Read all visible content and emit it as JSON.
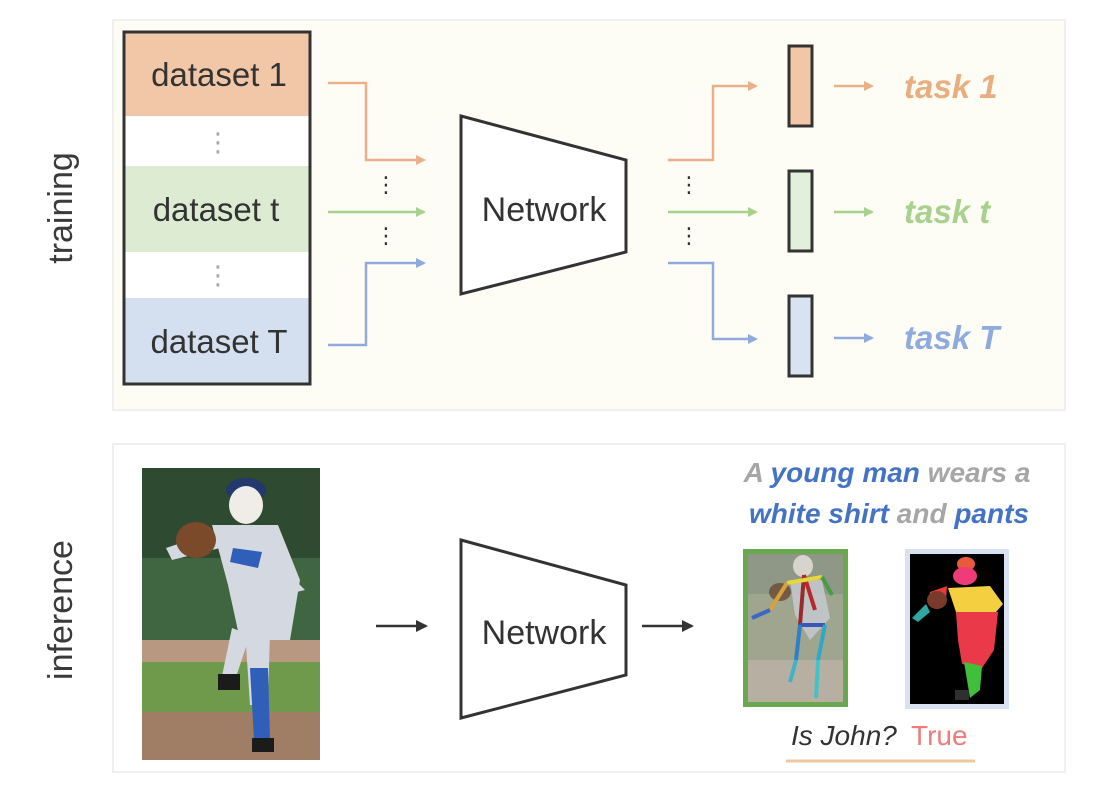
{
  "panels": {
    "training_label": "training",
    "inference_label": "inference"
  },
  "datasets": [
    {
      "label": "dataset 1",
      "color": "#f2c7a8"
    },
    {
      "label": "dataset t",
      "color": "#deebd3"
    },
    {
      "label": "dataset T",
      "color": "#d4e0ef"
    }
  ],
  "network_label": "Network",
  "tasks": [
    {
      "label": "task 1",
      "color": "#e9ae7f"
    },
    {
      "label": "task t",
      "color": "#a9d18e"
    },
    {
      "label": "task T",
      "color": "#8faadc"
    }
  ],
  "task_heads": [
    {
      "fill": "#f2c7a8"
    },
    {
      "fill": "#e2efda"
    },
    {
      "fill": "#d9e2f0"
    }
  ],
  "ellipsis": "⋮",
  "caption": {
    "parts": [
      {
        "text": "A ",
        "style": "gray"
      },
      {
        "text": "young man",
        "style": "blue"
      },
      {
        "text": " wears a",
        "style": "gray"
      },
      {
        "text": "white shirt",
        "style": "blue"
      },
      {
        "text": " and ",
        "style": "gray"
      },
      {
        "text": "pants",
        "style": "blue"
      }
    ]
  },
  "question": {
    "text": "Is John?",
    "answer": "True",
    "answer_color": "#ef7b7b"
  },
  "colors": {
    "panel_bg": "#fdfcf5",
    "caption_gray": "#a6a6a6",
    "caption_blue": "#4472c4",
    "outline": "#333333",
    "underline": "#f0c89f"
  }
}
